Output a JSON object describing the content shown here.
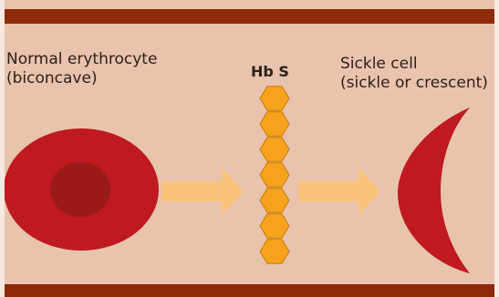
{
  "labels": {
    "normal_line1": "Normal erythrocyte",
    "normal_line2": "(biconcave)",
    "hbs": "Hb S",
    "sickle_line1": "Sickle cell",
    "sickle_line2": "(sickle or crescent)"
  },
  "colors": {
    "background": "#e8c3ad",
    "band": "#8c2a0a",
    "cell_outer": "#be1a1f",
    "cell_center": "#9a1a1a",
    "arrow": "#fbc27a",
    "hexagon_fill": "#f6a21c",
    "hexagon_stroke": "#c97a0a",
    "sickle": "#be1a1f"
  },
  "hexagon_chain_count": 7
}
